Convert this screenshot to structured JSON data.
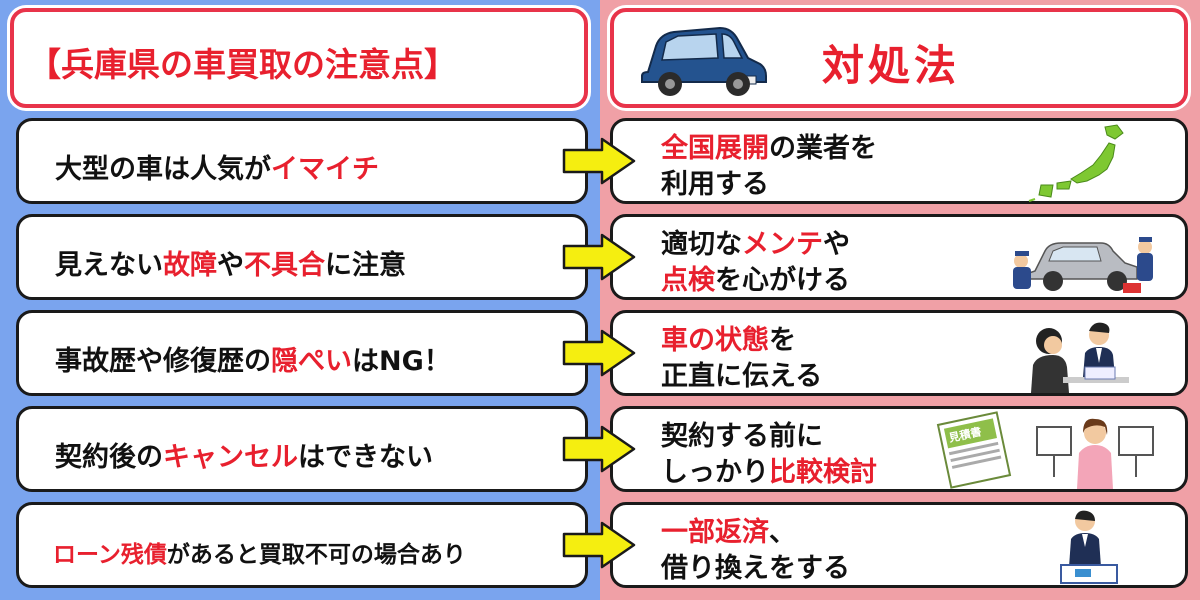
{
  "header": {
    "left_title": "【兵庫県の車買取の注意点】",
    "right_title": "対処法"
  },
  "colors": {
    "left_bg": "#7aa4ee",
    "right_bg": "#f0a0a6",
    "accent_red": "#e8202e",
    "arrow_yellow": "#f5ee10"
  },
  "rows": [
    {
      "left": {
        "pre": "大型の車は人気が",
        "red": "イマイチ",
        "post": ""
      },
      "right": {
        "l1_red": "全国展開",
        "l1": "の業者を",
        "l2_red": "",
        "l2": "利用する"
      },
      "icon": "japan-map-icon"
    },
    {
      "left": {
        "pre": "見えない",
        "red": "故障",
        "mid": "や",
        "red2": "不具合",
        "post": "に注意"
      },
      "right": {
        "l1_pre": "適切な",
        "l1_red": "メンテ",
        "l1": "や",
        "l2_red": "点検",
        "l2": "を心がける"
      },
      "icon": "mechanics-car-icon"
    },
    {
      "left": {
        "pre": "事故歴や修復歴の",
        "red": "隠ぺい",
        "post": "はNG！"
      },
      "right": {
        "l1_red": "車の状態",
        "l1": "を",
        "l2_red": "",
        "l2": "正直に伝える"
      },
      "icon": "consultation-icon"
    },
    {
      "left": {
        "pre": "契約後の",
        "red": "キャンセル",
        "post": "はできない"
      },
      "right": {
        "l1": "契約する前に",
        "l2_pre": "しっかり",
        "l2_red": "比較検討"
      },
      "icon": "estimate-sign-icon",
      "estimate_label": "見積書"
    },
    {
      "left": {
        "pre": "",
        "red": "ローン残債",
        "post": "があると買取不可の場合あり"
      },
      "right": {
        "l1_red": "一部返済",
        "l1": "、",
        "l2_red": "",
        "l2": "借り換えをする"
      },
      "icon": "businessman-signing-icon"
    }
  ]
}
